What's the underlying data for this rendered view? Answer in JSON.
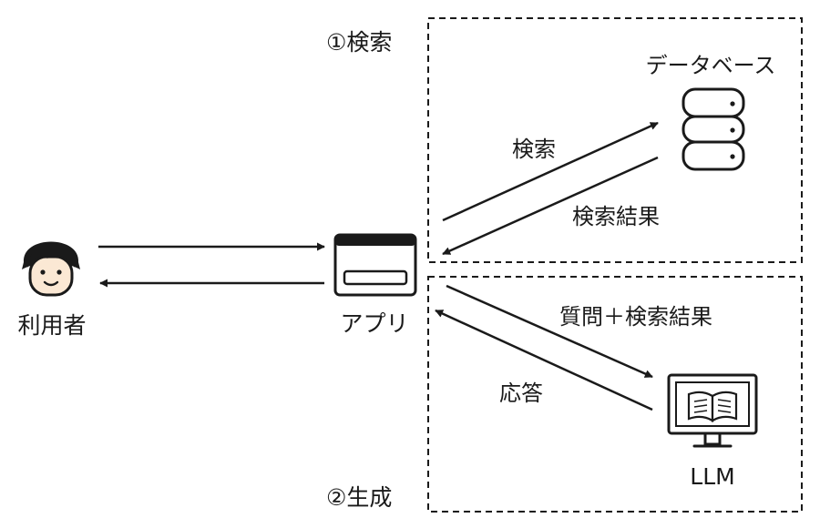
{
  "sections": {
    "search": "①検索",
    "generate": "②生成"
  },
  "nodes": {
    "user": "利用者",
    "app": "アプリ",
    "database": "データベース",
    "llm": "LLM"
  },
  "edges": {
    "search_query": "検索",
    "search_result": "検索結果",
    "prompt": "質問＋検索結果",
    "answer": "応答"
  },
  "colors": {
    "stroke": "#1a1a1a",
    "face": "#fbe8d4",
    "hair": "#1a1a1a"
  },
  "icons": {
    "user": "person-icon",
    "app": "app-window-icon",
    "database": "database-icon",
    "llm": "monitor-book-icon"
  }
}
